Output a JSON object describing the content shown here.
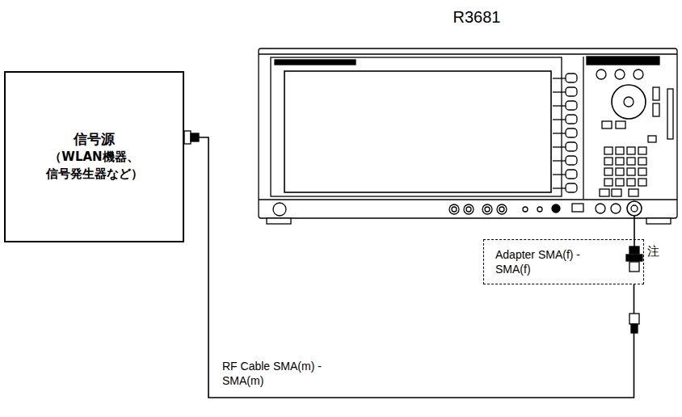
{
  "diagram": {
    "title": "R3681",
    "nodes": [
      {
        "text": [
          "信号源",
          "（WLAN機器、 信号発生器など）"
        ]
      },
      {
        "text": [
          "Adapter SMA(f) - SMA(f)"
        ]
      }
    ],
    "edges": [
      {
        "from": 0,
        "to": 1,
        "arrow": "none",
        "label": "RF Cable SMA(m) - SMA(m)"
      }
    ],
    "labels": [
      "注"
    ]
  }
}
